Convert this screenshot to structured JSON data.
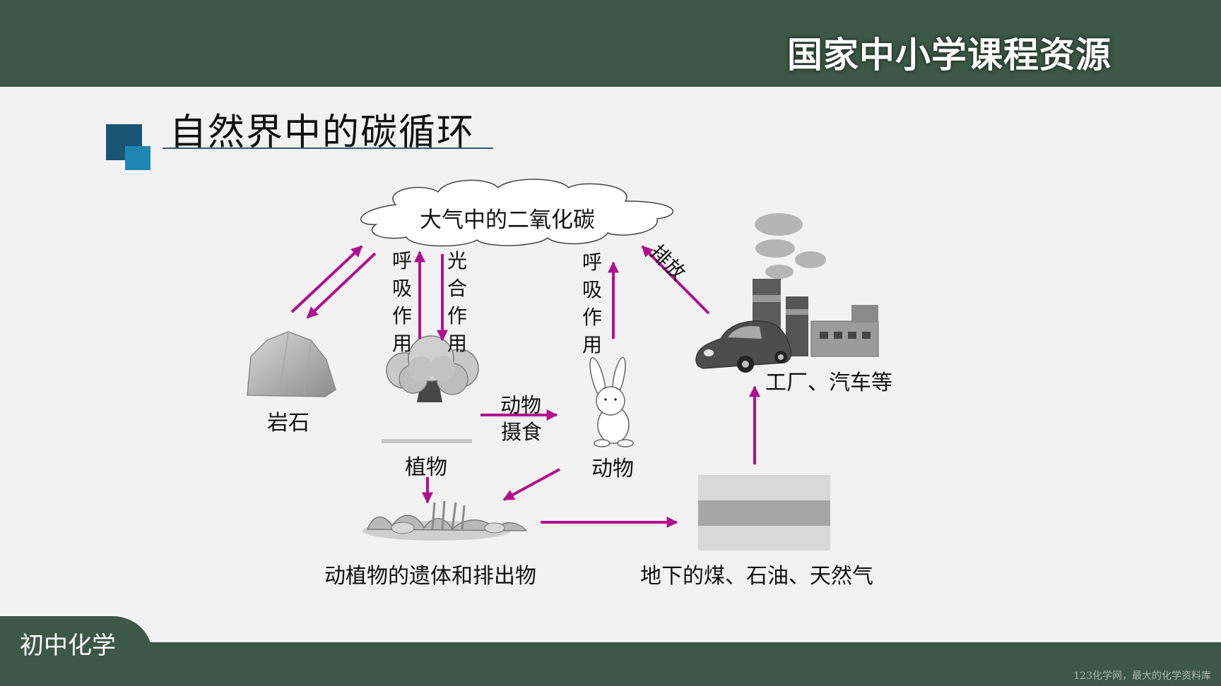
{
  "header": {
    "brand": "国家中小学课程资源"
  },
  "slide": {
    "title": "自然界中的碳循环"
  },
  "footer": {
    "subject": "初中化学",
    "watermark": "123化学网，最大的化学资料库"
  },
  "colors": {
    "header_bg": "#3d5846",
    "arrow": "#b0108f",
    "title_square_dark": "#1a5474",
    "title_square_light": "#1f86b3"
  },
  "diagram": {
    "atmosphere": "大气中的二氧化碳",
    "rock": "岩石",
    "plant": "植物",
    "animal": "动物",
    "factory_car": "工厂、汽车等",
    "remains": "动植物的遗体和排出物",
    "fossil_fuel": "地下的煤、石油、天然气",
    "plant_respiration": "呼吸作用",
    "photosynthesis": "光合作用",
    "animal_respiration": "呼吸作用",
    "emission": "排放",
    "feeding_1": "动物",
    "feeding_2": "摄食"
  }
}
